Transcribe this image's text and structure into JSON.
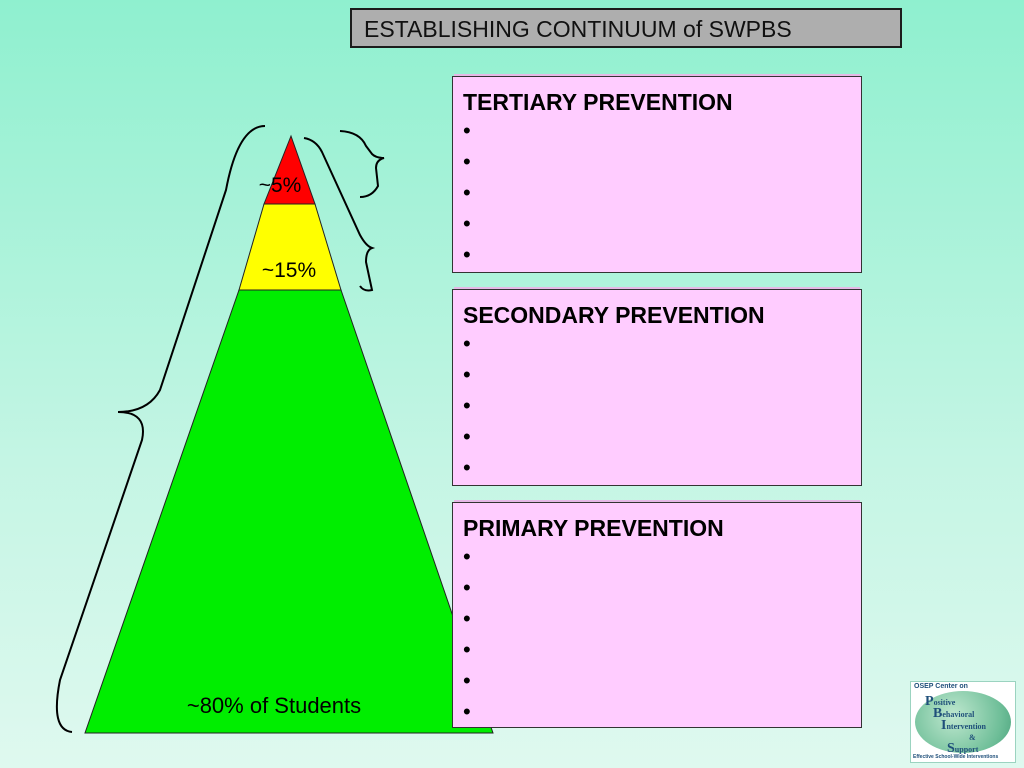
{
  "header": {
    "title": "ESTABLISHING CONTINUUM of SWPBS"
  },
  "pyramid": {
    "tiers": [
      {
        "label": "~5%",
        "color": "#ff0000"
      },
      {
        "label": "~15%",
        "color": "#ffff00"
      },
      {
        "label": "~80% of Students",
        "color": "#00ee00"
      }
    ]
  },
  "panels": {
    "tertiary": {
      "heading": "TERTIARY PREVENTION",
      "bullets": [
        "•",
        "•",
        "•",
        "•",
        "•"
      ]
    },
    "secondary": {
      "heading": "SECONDARY PREVENTION",
      "bullets": [
        "•",
        "•",
        "•",
        "•",
        "•"
      ]
    },
    "primary": {
      "heading": "PRIMARY PREVENTION",
      "bullets": [
        "•",
        "•",
        "•",
        "•",
        "•",
        "•"
      ]
    }
  },
  "logo": {
    "top_line": "OSEP Center on",
    "lines": [
      {
        "initial": "P",
        "rest": "ositive"
      },
      {
        "initial": "B",
        "rest": "ehavioral"
      },
      {
        "initial": "I",
        "rest": "ntervention"
      },
      {
        "initial": "",
        "rest": "&"
      },
      {
        "initial": "S",
        "rest": "upport"
      }
    ],
    "bottom_line": "Effective School-Wide Interventions"
  }
}
